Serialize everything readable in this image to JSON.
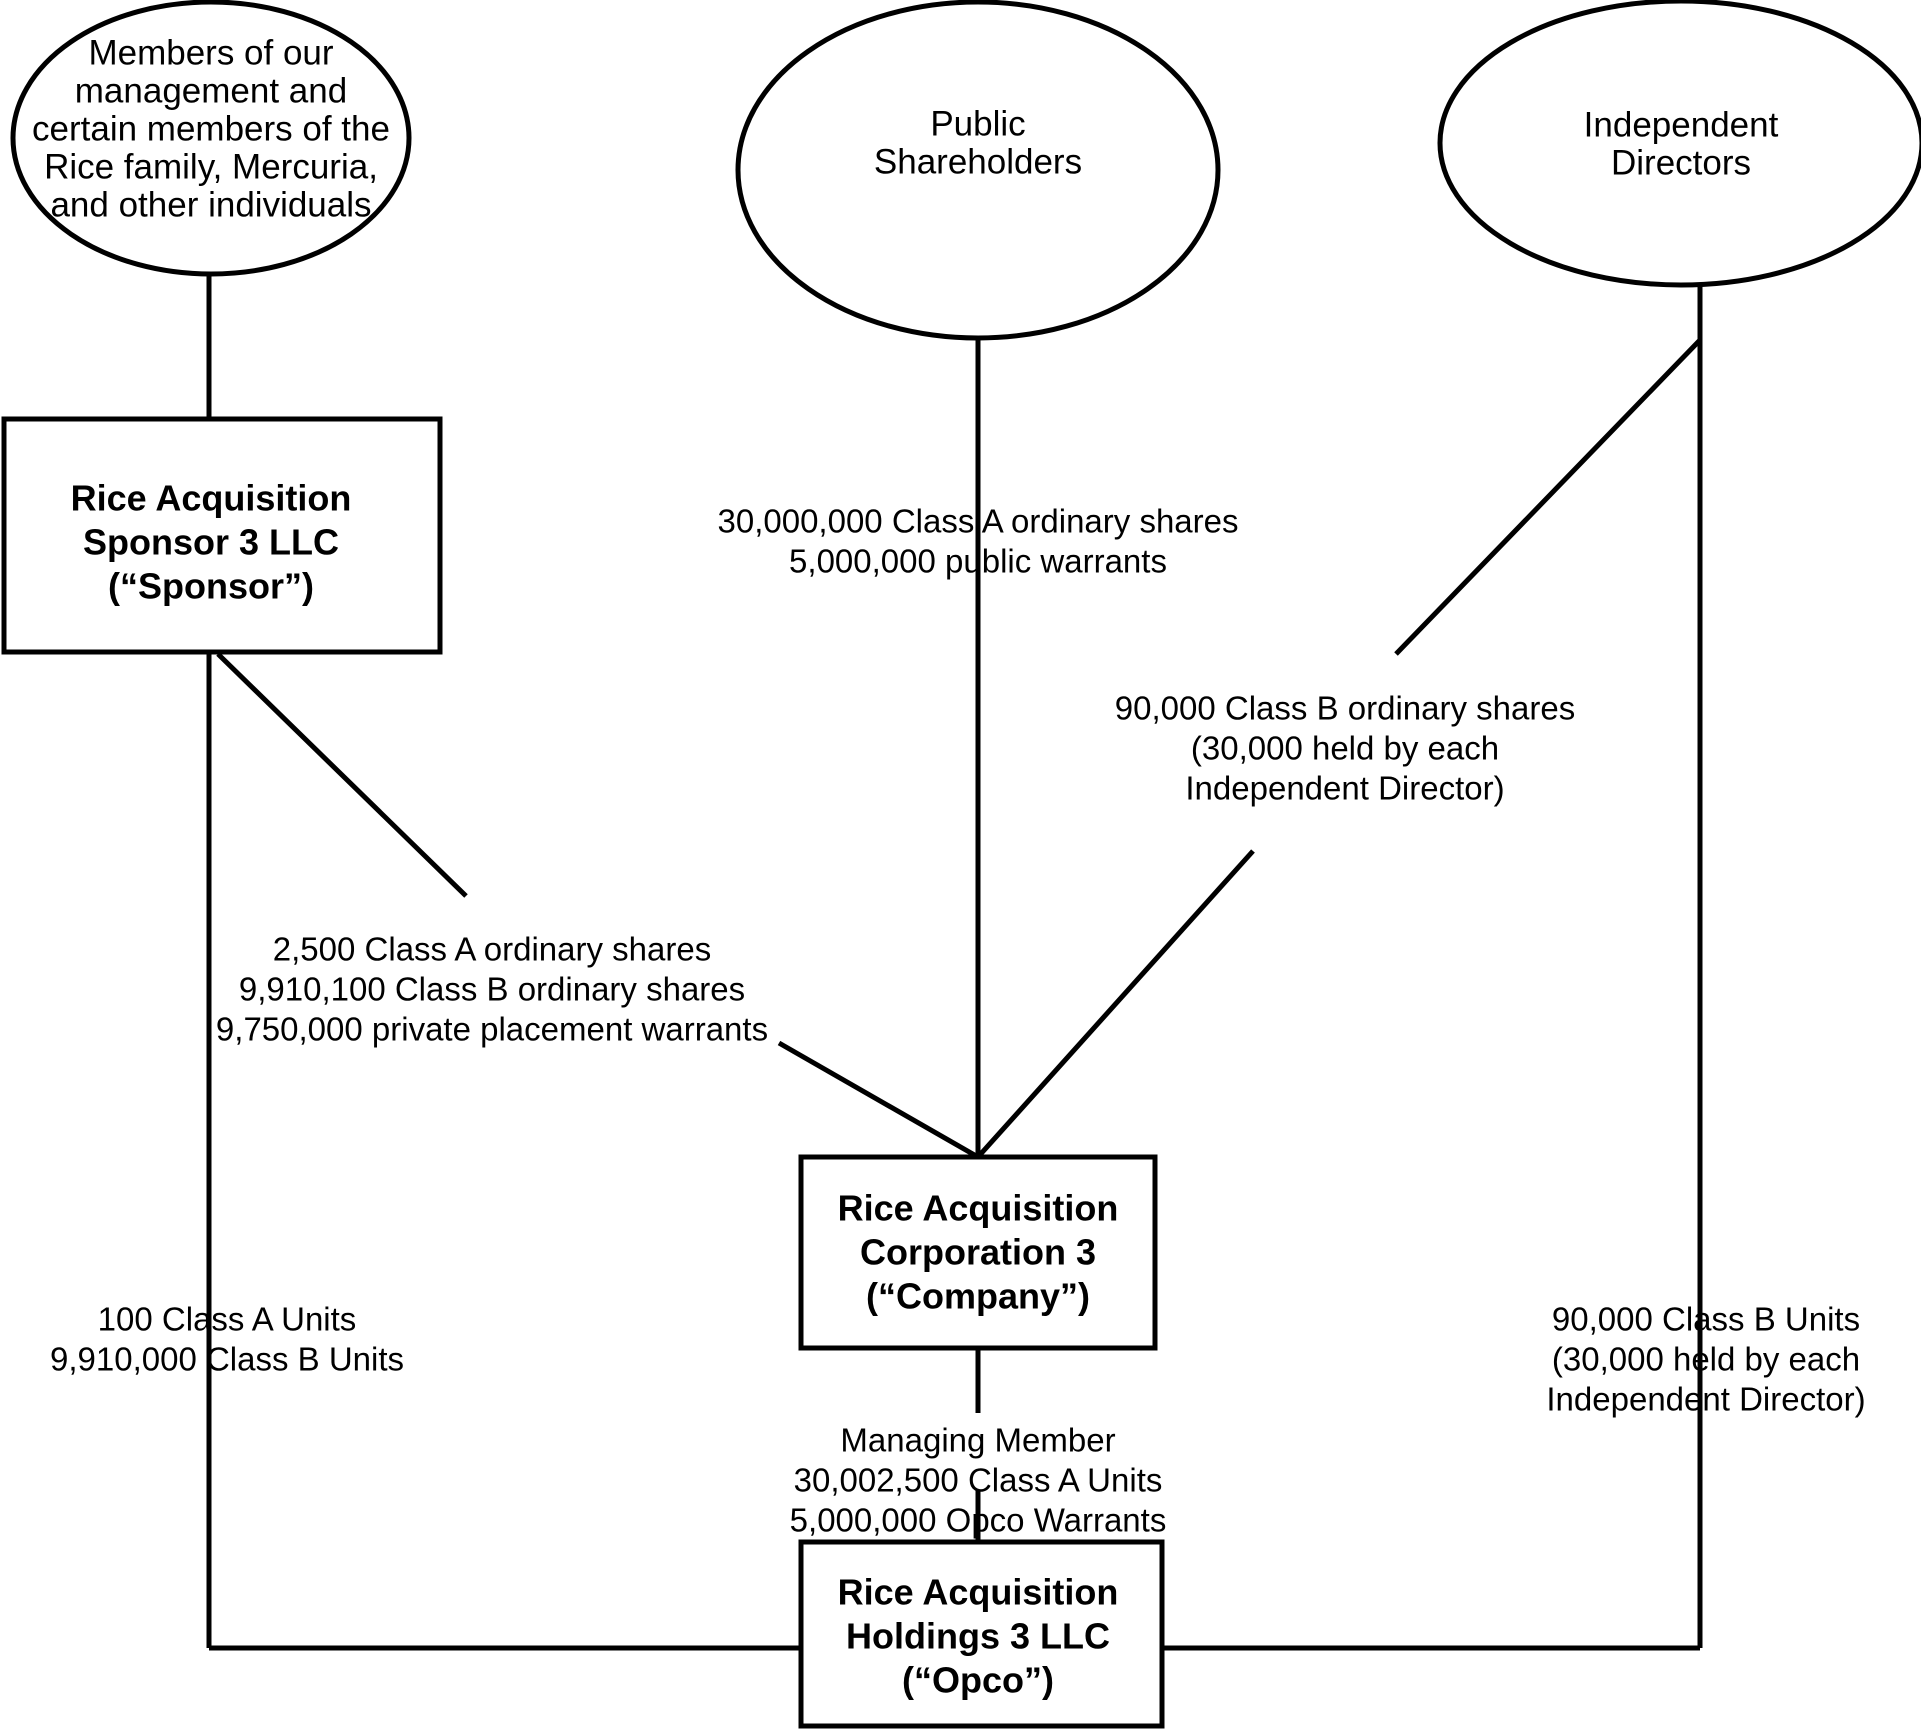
{
  "diagram": {
    "type": "ownership-structure-org-chart",
    "background_color": "#ffffff",
    "line_color": "#000000",
    "text_color": "#000000",
    "nodes": {
      "management_members": {
        "shape": "ellipse",
        "lines": [
          "Members of our",
          "management and",
          "certain members of the",
          "Rice family, Mercuria,",
          "and other individuals"
        ]
      },
      "public_shareholders": {
        "shape": "ellipse",
        "lines": [
          "Public",
          "Shareholders"
        ]
      },
      "independent_directors": {
        "shape": "ellipse",
        "lines": [
          "Independent",
          "Directors"
        ]
      },
      "sponsor": {
        "shape": "rectangle",
        "lines": [
          "Rice Acquisition",
          "Sponsor 3 LLC",
          "(“Sponsor”)"
        ]
      },
      "company": {
        "shape": "rectangle",
        "lines": [
          "Rice Acquisition",
          "Corporation 3",
          "(“Company”)"
        ]
      },
      "opco": {
        "shape": "rectangle",
        "lines": [
          "Rice Acquisition",
          "Holdings 3 LLC",
          "(“Opco”)"
        ]
      }
    },
    "edge_labels": {
      "public_to_company": {
        "lines": [
          "30,000,000 Class A ordinary shares",
          "5,000,000 public warrants"
        ]
      },
      "directors_to_company": {
        "lines": [
          "90,000 Class B ordinary shares",
          "(30,000 held by each",
          "Independent Director)"
        ]
      },
      "sponsor_to_company": {
        "lines": [
          "2,500 Class A ordinary shares",
          "9,910,100 Class B ordinary shares",
          "9,750,000 private placement warrants"
        ]
      },
      "sponsor_to_opco": {
        "lines": [
          "100 Class A Units",
          "9,910,000 Class B Units"
        ]
      },
      "company_to_opco": {
        "lines": [
          "Managing Member",
          "30,002,500 Class A Units",
          "5,000,000 Opco Warrants"
        ]
      },
      "directors_to_opco": {
        "lines": [
          "90,000 Class B Units",
          "(30,000 held by each",
          "Independent Director)"
        ]
      }
    }
  }
}
